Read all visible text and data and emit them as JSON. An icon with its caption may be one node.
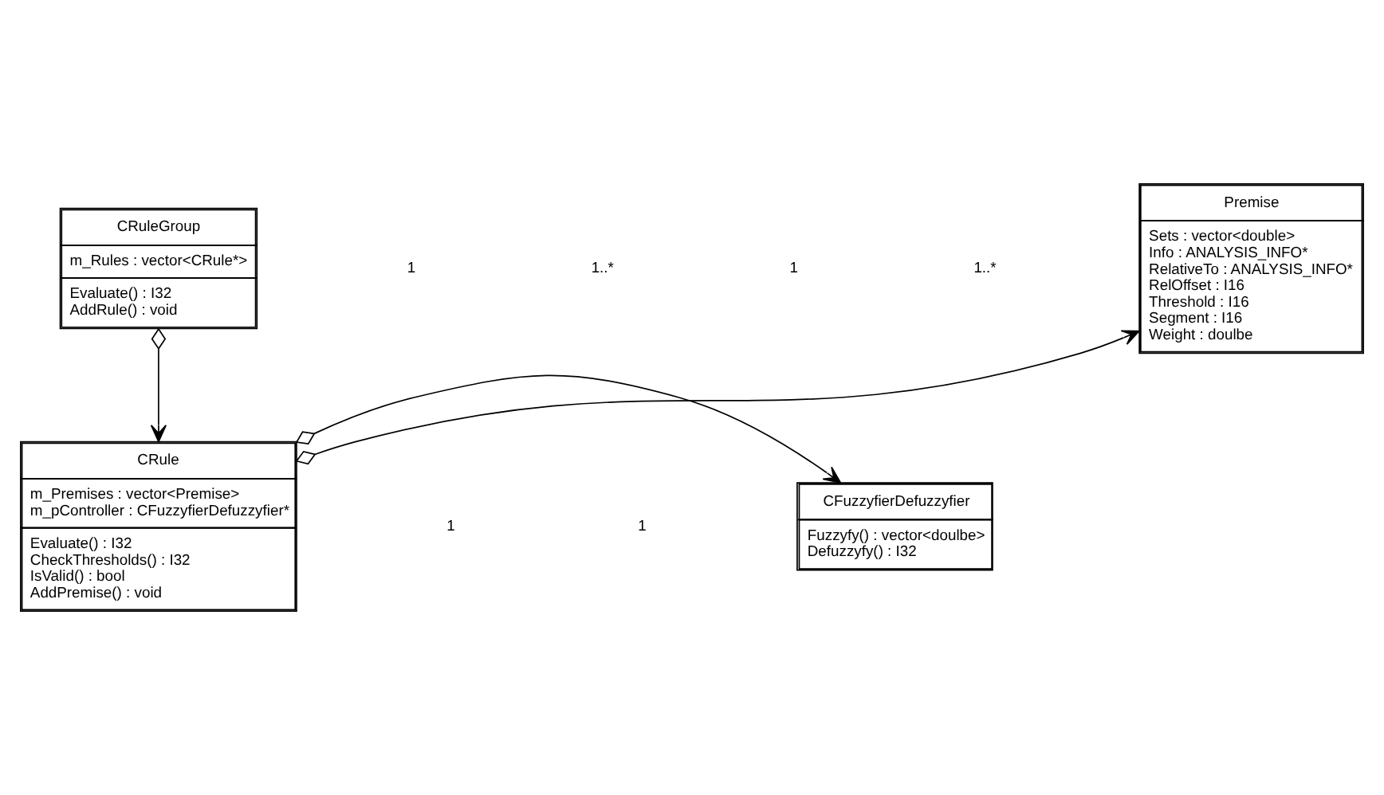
{
  "diagram": {
    "nodes": [
      {
        "text": [
          "CRuleGroup",
          "m_Rules : vector<CRule*>",
          "Evaluate() : I32",
          "AddRule() : void"
        ]
      },
      {
        "text": [
          "Premise",
          "Sets : vector<double>",
          "Info : ANALYSIS_INFO*",
          "RelativeTo : ANALYSIS_INFO*",
          "RelOffset : I16",
          "Threshold : I16",
          "Segment : I16",
          "Weight : doulbe"
        ]
      },
      {
        "text": [
          "CRule",
          "m_Premises : vector<Premise>",
          "m_pController : CFuzzyfierDefuzzyfier*",
          "Evaluate() : I32",
          "CheckThresholds() : I32",
          "IsValid() : bool",
          "AddPremise() : void"
        ]
      },
      {
        "text": [
          "CFuzzyfierDefuzzyfier",
          "Fuzzyfy() : vector<doulbe>",
          "Defuzzyfy() : I32"
        ]
      }
    ],
    "edges": [
      {
        "from": 0,
        "to": 2,
        "arrow": "to"
      },
      {
        "from": 2,
        "to": 1,
        "arrow": "to"
      },
      {
        "from": 2,
        "to": 3,
        "arrow": "to"
      }
    ],
    "labels": [
      "1",
      "1..*",
      "1",
      "1..*",
      "1",
      "1"
    ]
  }
}
